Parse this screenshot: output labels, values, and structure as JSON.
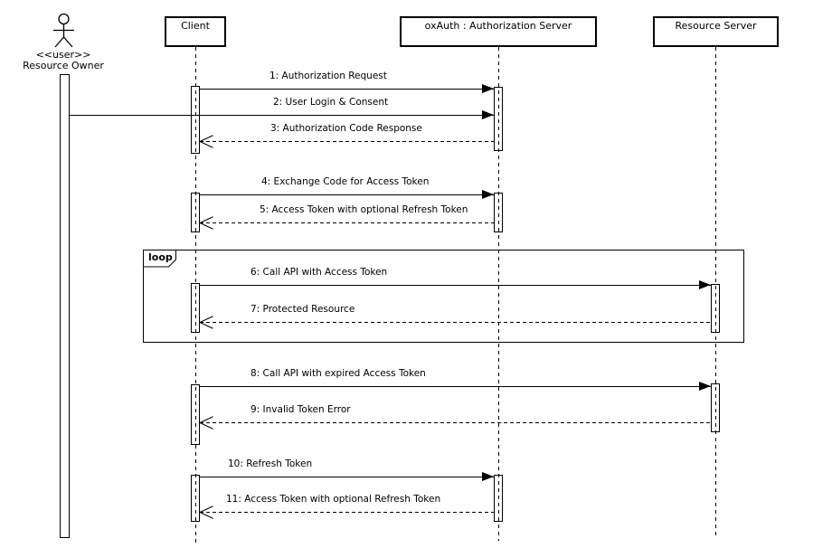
{
  "colors": {
    "line": "#000000",
    "background": "#ffffff"
  },
  "actor": {
    "stereotype": "<<user>>",
    "name": "Resource Owner"
  },
  "lifelines": [
    {
      "label": "Client"
    },
    {
      "label": "oxAuth : Authorization Server"
    },
    {
      "label": "Resource Server"
    }
  ],
  "fragment": {
    "operator": "loop"
  },
  "messages": [
    {
      "text": "1: Authorization Request",
      "from": "Client",
      "to": "oxAuth : Authorization Server",
      "kind": "call"
    },
    {
      "text": "2: User Login & Consent",
      "from": "Resource Owner",
      "to": "oxAuth : Authorization Server",
      "kind": "call"
    },
    {
      "text": "3: Authorization Code Response",
      "from": "oxAuth : Authorization Server",
      "to": "Client",
      "kind": "return"
    },
    {
      "text": "4: Exchange Code for Access Token",
      "from": "Client",
      "to": "oxAuth : Authorization Server",
      "kind": "call"
    },
    {
      "text": "5: Access Token with optional Refresh Token",
      "from": "oxAuth : Authorization Server",
      "to": "Client",
      "kind": "return"
    },
    {
      "text": "6: Call API with Access Token",
      "from": "Client",
      "to": "Resource Server",
      "kind": "call",
      "in_fragment": "loop"
    },
    {
      "text": "7: Protected Resource",
      "from": "Resource Server",
      "to": "Client",
      "kind": "return",
      "in_fragment": "loop"
    },
    {
      "text": "8: Call API with expired Access Token",
      "from": "Client",
      "to": "Resource Server",
      "kind": "call"
    },
    {
      "text": "9: Invalid Token Error",
      "from": "Resource Server",
      "to": "Client",
      "kind": "return"
    },
    {
      "text": "10: Refresh Token",
      "from": "Client",
      "to": "oxAuth : Authorization Server",
      "kind": "call"
    },
    {
      "text": "11: Access Token with optional Refresh Token",
      "from": "oxAuth : Authorization Server",
      "to": "Client",
      "kind": "return"
    }
  ]
}
